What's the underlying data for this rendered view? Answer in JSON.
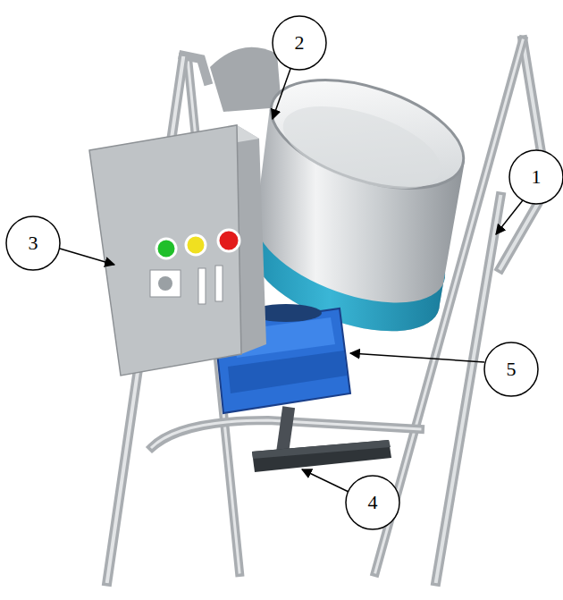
{
  "diagram": {
    "labels": [
      "2",
      "1",
      "3",
      "5",
      "4"
    ]
  }
}
